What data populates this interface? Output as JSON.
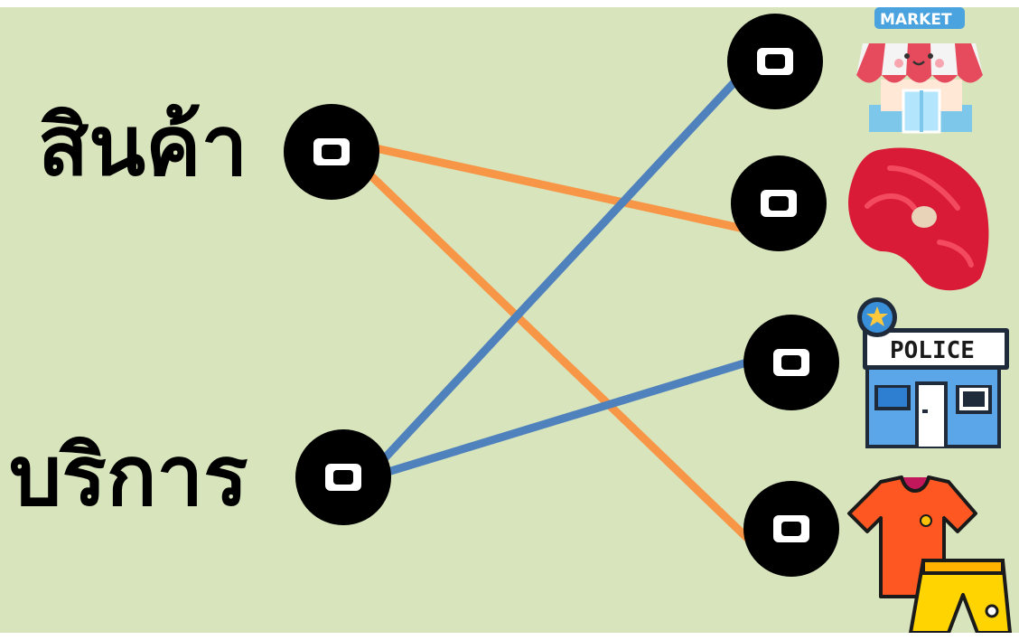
{
  "left_labels": {
    "goods": "สินค้า",
    "services": "บริการ"
  },
  "icon_text": {
    "market": "MARKET",
    "police": "POLICE"
  },
  "colors": {
    "background": "#d8e4bc",
    "goods_line": "#f79646",
    "services_line": "#4f81bd",
    "node": "#000000"
  },
  "icons": [
    "market-icon",
    "meat-icon",
    "police-station-icon",
    "clothes-icon"
  ],
  "connections": [
    {
      "from": "goods",
      "to": "meat-icon"
    },
    {
      "from": "goods",
      "to": "clothes-icon"
    },
    {
      "from": "services",
      "to": "market-icon"
    },
    {
      "from": "services",
      "to": "police-station-icon"
    }
  ]
}
